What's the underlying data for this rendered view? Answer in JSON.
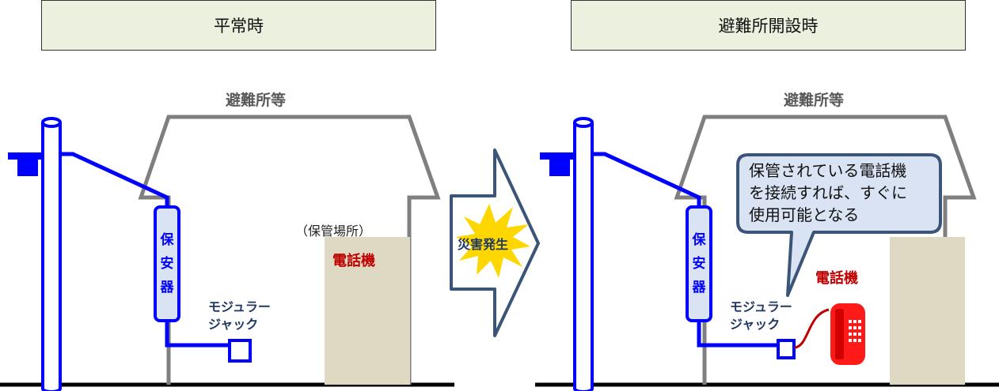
{
  "normal": {
    "title": "平常時",
    "building_label": "避難所等",
    "protector_chars": [
      "保",
      "安",
      "器"
    ],
    "jack_label_lines": [
      "モジュラー",
      "ジャック"
    ],
    "storage_label": "（保管場所）",
    "phone_label": "電話機"
  },
  "transition": {
    "label": "災害発生"
  },
  "open": {
    "title": "避難所開設時",
    "building_label": "避難所等",
    "protector_chars": [
      "保",
      "安",
      "器"
    ],
    "jack_label_lines": [
      "モジュラー",
      "ジャック"
    ],
    "phone_label": "電話機",
    "callout_lines": [
      "保管されている電話機",
      "を接続すれば、すぐに",
      "使用可能となる"
    ]
  },
  "colors": {
    "line": "#0000ff",
    "house": "#7f7f7f",
    "phone": "#ff1a1a",
    "cord": "#c00000",
    "burst": "#ffd700",
    "arrow_fill": "#ffffff",
    "arrow_stroke": "#3a5578"
  }
}
